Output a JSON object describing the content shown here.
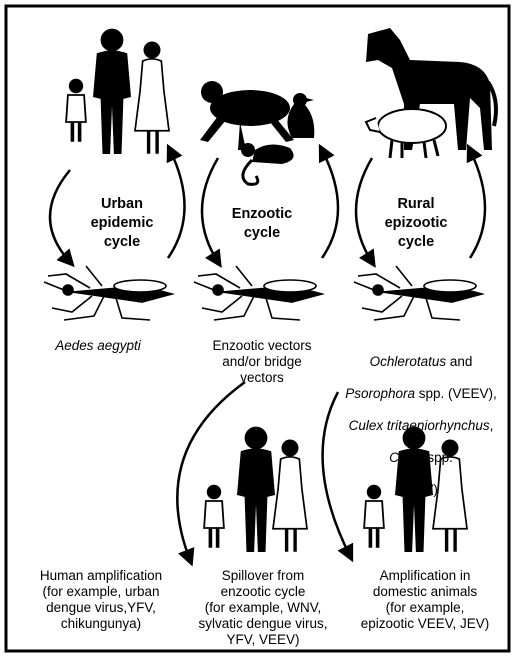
{
  "cycles": {
    "urban": {
      "line1": "Urban",
      "line2": "epidemic",
      "line3": "cycle"
    },
    "enzootic": {
      "line1": "Enzootic",
      "line2": "cycle"
    },
    "rural": {
      "line1": "Rural",
      "line2": "epizootic",
      "line3": "cycle"
    }
  },
  "vectors": {
    "urban": "Aedes aegypti",
    "enzootic": "Enzootic vectors\nand/or bridge\nvectors",
    "rural": {
      "part1_italic": "Ochlerotatus",
      "part1_rest": " and",
      "part2_italic": "Psorophora",
      "part2_rest": " spp. (VEEV),",
      "part3_italic": "Culex tritaeniorhynchus",
      "part3_rest": ",",
      "part4_italic": "Culex",
      "part4_rest": " spp.",
      "part5": "(JEV)"
    }
  },
  "outcomes": {
    "urban": "Human amplification\n(for example, urban\ndengue virus,YFV,\nchikungunya)",
    "enzootic": "Spillover from\nenzootic cycle\n(for example, WNV,\nsylvatic dengue virus,\nYFV, VEEV)",
    "rural": "Amplification in\ndomestic animals\n(for example,\nepizootic VEEV, JEV)"
  },
  "icons": [
    "people-icon",
    "primate-icon",
    "bird-icon",
    "horse-icon",
    "pig-icon",
    "mosquito-icon",
    "arrow-icon"
  ],
  "colors": {
    "ink": "#000000",
    "paper": "#ffffff"
  }
}
